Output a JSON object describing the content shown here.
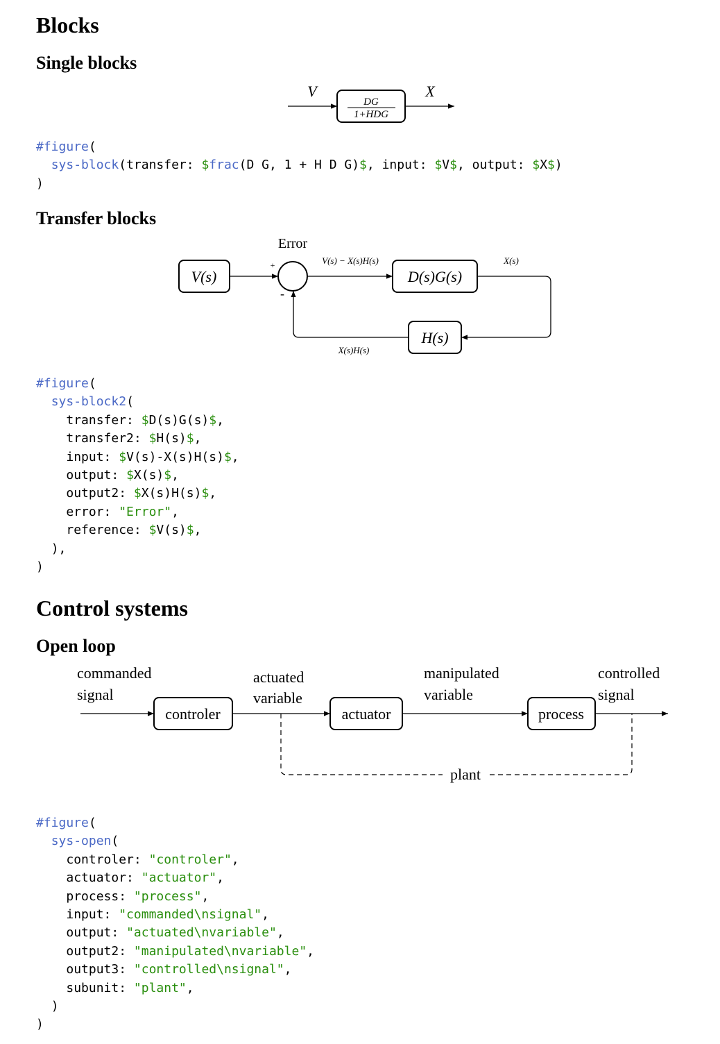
{
  "headings": {
    "blocks": "Blocks",
    "single_blocks": "Single blocks",
    "transfer_blocks": "Transfer blocks",
    "control_systems": "Control systems",
    "open_loop": "Open loop"
  },
  "single_block": {
    "input": "V",
    "output": "X",
    "numerator": "DG",
    "denominator": "1+HDG"
  },
  "transfer_block": {
    "error": "Error",
    "reference": "V(s)",
    "transfer": "D(s)G(s)",
    "transfer2": "H(s)",
    "input": "V(s) − X(s)H(s)",
    "output": "X(s)",
    "output2": "X(s)H(s)",
    "plus": "+",
    "minus": "-"
  },
  "open_loop": {
    "input_l1": "commanded",
    "input_l2": "signal",
    "controler": "controler",
    "output_l1": "actuated",
    "output_l2": "variable",
    "actuator": "actuator",
    "output2_l1": "manipulated",
    "output2_l2": "variable",
    "process": "process",
    "output3_l1": "controlled",
    "output3_l2": "signal",
    "subunit": "plant"
  },
  "code": {
    "fig1": {
      "hash_figure": "#figure",
      "open_paren": "(",
      "fn": "sys-block",
      "l2a": "(transfer: ",
      "d1": "$",
      "frac": "frac",
      "l2b": "(D G, 1 + H D G)",
      "d2": "$",
      "l2c": ", input: ",
      "d3": "$",
      "l2d": "V",
      "d4": "$",
      "l2e": ", output: ",
      "d5": "$",
      "l2f": "X",
      "d6": "$",
      "l2g": ")",
      "close": ")"
    },
    "fig2": {
      "hash_figure": "#figure",
      "open_paren": "(",
      "fn": "sys-block2",
      "fn_paren": "(",
      "k1": "transfer: ",
      "v1": "D(s)G(s)",
      "k2": "transfer2: ",
      "v2": "H(s)",
      "k3": "input: ",
      "v3": "V(s)-X(s)H(s)",
      "k4": "output: ",
      "v4": "X(s)",
      "k5": "output2: ",
      "v5": "X(s)H(s)",
      "k6": "error: ",
      "v6": "\"Error\"",
      "k7": "reference: ",
      "v7": "V(s)",
      "dollar": "$",
      "comma": ",",
      "inner_close": "),",
      "close": ")"
    },
    "fig3": {
      "hash_figure": "#figure",
      "open_paren": "(",
      "fn": "sys-open",
      "fn_paren": "(",
      "k1": "controler: ",
      "v1": "\"controler\"",
      "k2": "actuator: ",
      "v2": "\"actuator\"",
      "k3": "process: ",
      "v3": "\"process\"",
      "k4": "input: ",
      "v4": "\"commanded\\nsignal\"",
      "k5": "output: ",
      "v5": "\"actuated\\nvariable\"",
      "k6": "output2: ",
      "v6": "\"manipulated\\nvariable\"",
      "k7": "output3: ",
      "v7": "\"controlled\\nsignal\"",
      "k8": "subunit: ",
      "v8": "\"plant\"",
      "comma": ",",
      "inner_close": ")",
      "close": ")"
    }
  }
}
